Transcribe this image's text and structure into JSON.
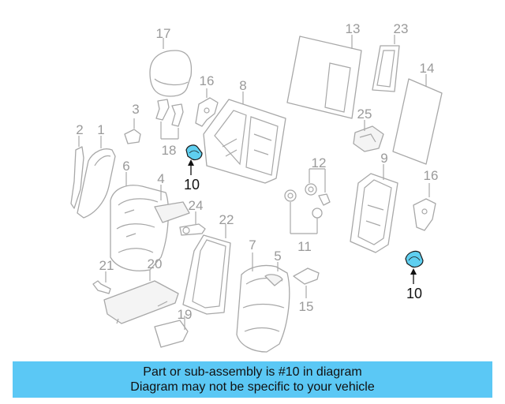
{
  "colors": {
    "highlight": "#5fcff0",
    "banner_bg": "#5bc8f5",
    "outline": "#a8a8a8"
  },
  "diagram": {
    "labels": {
      "p1": "1",
      "p2": "2",
      "p3": "3",
      "p4": "4",
      "p5": "5",
      "p6": "6",
      "p7": "7",
      "p8": "8",
      "p9": "9",
      "p10a": "10",
      "p10b": "10",
      "p11": "11",
      "p12": "12",
      "p13": "13",
      "p14": "14",
      "p15": "15",
      "p16a": "16",
      "p16b": "16",
      "p17": "17",
      "p18": "18",
      "p19": "19",
      "p20": "20",
      "p21": "21",
      "p22": "22",
      "p23": "23",
      "p24": "24",
      "p25": "25"
    },
    "highlighted_part": "10"
  },
  "banner": {
    "line1": "Part or sub-assembly is #10 in diagram",
    "line2": "Diagram may not be specific to your vehicle"
  }
}
